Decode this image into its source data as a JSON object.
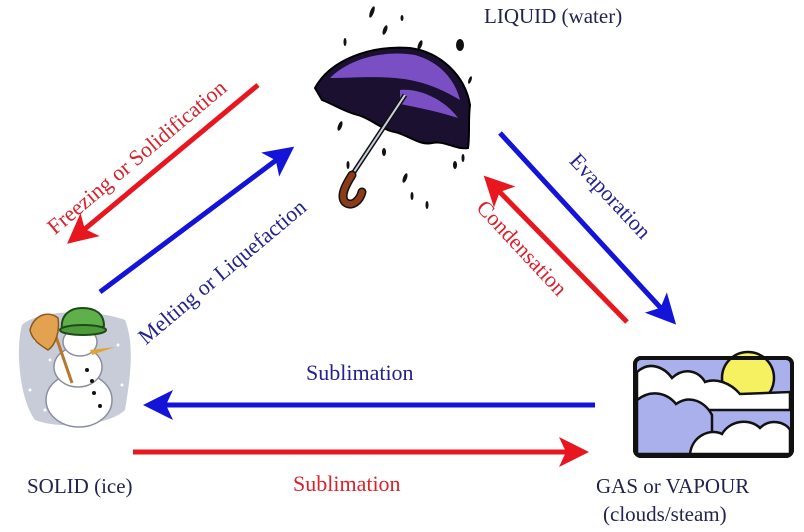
{
  "colors": {
    "forward_arrow": "#e8161e",
    "reverse_arrow": "#1414d9",
    "red_text": "#d9222b",
    "blue_text": "#23238f",
    "state_text": "#23234f"
  },
  "states": {
    "liquid": {
      "label": "LIQUID (water)",
      "icon": "umbrella-rain-icon"
    },
    "solid": {
      "label": "SOLID (ice)",
      "icon": "snowman-icon"
    },
    "gas": {
      "label_line1": "GAS or VAPOUR",
      "label_line2": "(clouds/steam)",
      "icon": "clouds-sun-icon"
    }
  },
  "processes": {
    "freezing": {
      "label": "Freezing or Solidification",
      "from": "liquid",
      "to": "solid",
      "color": "red"
    },
    "melting": {
      "label": "Melting or Liquefaction",
      "from": "solid",
      "to": "liquid",
      "color": "blue"
    },
    "evaporation": {
      "label": "Evaporation",
      "from": "liquid",
      "to": "gas",
      "color": "blue"
    },
    "condensation": {
      "label": "Condensation",
      "from": "gas",
      "to": "liquid",
      "color": "red"
    },
    "sublimation_top": {
      "label": "Sublimation",
      "from": "gas",
      "to": "solid",
      "color": "blue"
    },
    "sublimation_bottom": {
      "label": "Sublimation",
      "from": "solid",
      "to": "gas",
      "color": "red"
    }
  }
}
